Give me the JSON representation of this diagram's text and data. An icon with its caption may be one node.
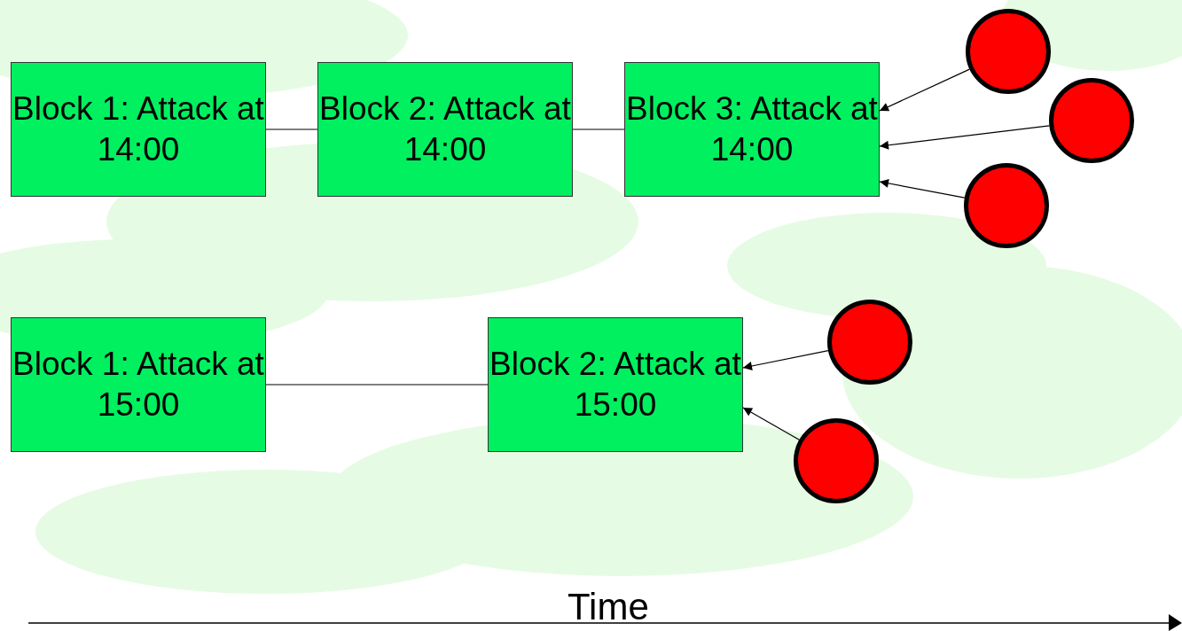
{
  "diagram": {
    "nodes": [
      {
        "text": [
          "Block 1: Attack at 14:00"
        ]
      },
      {
        "text": [
          "Block 2: Attack at 14:00"
        ]
      },
      {
        "text": [
          "Block 3: Attack at 14:00"
        ]
      },
      {
        "text": [],
        "shape": "circle"
      },
      {
        "text": [],
        "shape": "circle"
      },
      {
        "text": [],
        "shape": "circle"
      },
      {
        "text": [
          "Block 1: Attack at 15:00"
        ]
      },
      {
        "text": [
          "Block 2: Attack at 15:00"
        ]
      },
      {
        "text": [],
        "shape": "circle"
      },
      {
        "text": [],
        "shape": "circle"
      }
    ],
    "edges": [
      {
        "from": 0,
        "to": 1,
        "arrow": "none"
      },
      {
        "from": 1,
        "to": 2,
        "arrow": "none"
      },
      {
        "from": 3,
        "to": 2,
        "arrow": "to"
      },
      {
        "from": 4,
        "to": 2,
        "arrow": "to"
      },
      {
        "from": 5,
        "to": 2,
        "arrow": "to"
      },
      {
        "from": 6,
        "to": 7,
        "arrow": "none"
      },
      {
        "from": 8,
        "to": 7,
        "arrow": "to"
      },
      {
        "from": 9,
        "to": 7,
        "arrow": "to"
      }
    ],
    "labels": [
      "Time"
    ]
  }
}
